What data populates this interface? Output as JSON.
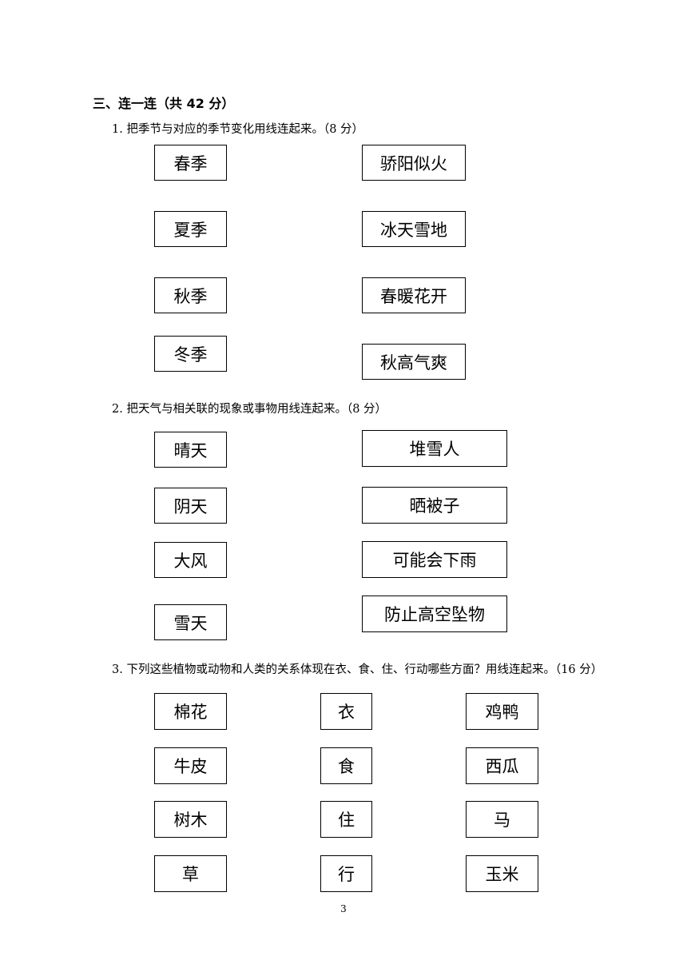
{
  "section_title": "三、连一连（共 42 分）",
  "q1": {
    "prompt": "1. 把季节与对应的季节变化用线连起来。（8 分）",
    "left": [
      "春季",
      "夏季",
      "秋季",
      "冬季"
    ],
    "right": [
      "骄阳似火",
      "冰天雪地",
      "春暖花开",
      "秋高气爽"
    ]
  },
  "q2": {
    "prompt": "2. 把天气与相关联的现象或事物用线连起来。（8 分）",
    "left": [
      "晴天",
      "阴天",
      "大风",
      "雪天"
    ],
    "right": [
      "堆雪人",
      "晒被子",
      "可能会下雨",
      "防止高空坠物"
    ]
  },
  "q3": {
    "prompt": "3. 下列这些植物或动物和人类的关系体现在衣、食、住、行动哪些方面？用线连起来。（16 分）",
    "left": [
      "棉花",
      "牛皮",
      "树木",
      "草"
    ],
    "middle": [
      "衣",
      "食",
      "住",
      "行"
    ],
    "right": [
      "鸡鸭",
      "西瓜",
      "马",
      "玉米"
    ]
  },
  "page_number": "3"
}
